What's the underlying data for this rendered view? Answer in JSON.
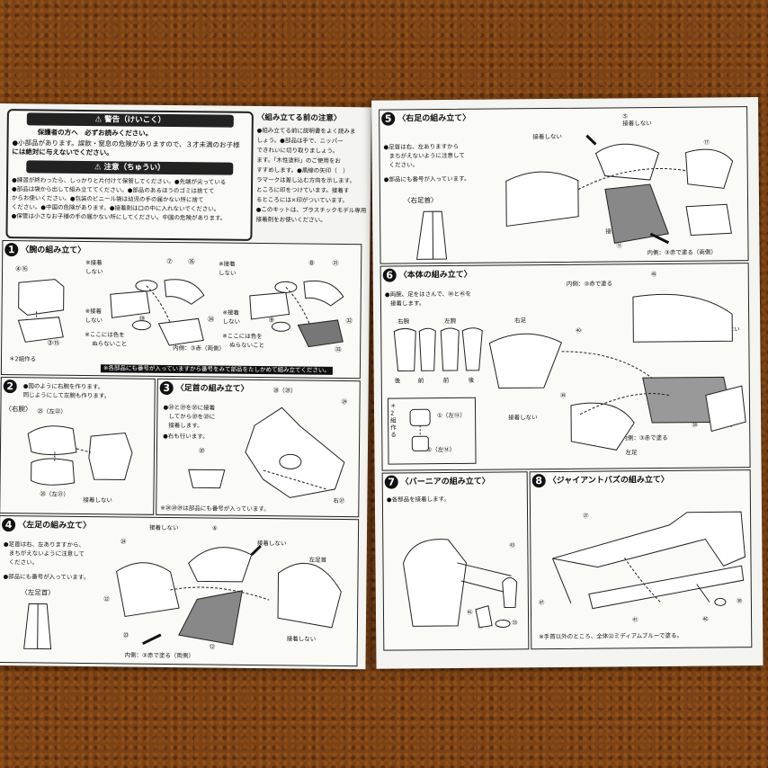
{
  "warning_box": {
    "title": "警告（けいこく）",
    "guardian": "保護者の方へ　必ずお読みください。",
    "line1": "●小部品があります。誤飲・窒息の危険がありますので、３才未満のお子様",
    "line2": "には絶対に与えないでください。",
    "caution_title": "注意（ちゅうい）",
    "caution_lines": [
      "●練習が終わったら、しっかりと片付けて保管してください。●先端が尖っている",
      "●部品は袋から出して組み立ててください。●部品のあるほうのゴミは捨てて",
      "からお使いください。●包装のビニール袋は幼児の手の届かない所に捨て",
      "ください。●中国の危険があります。●接着剤は口の中に入れないでください。",
      "●保管は小さなお子様の手の届かない所にしてください。中国の危険があります。"
    ]
  },
  "notes": {
    "title": "〈組み立てる前の注意〉",
    "lines": [
      "●組み立てる前に説明書をよく読みま",
      "しょう。●部品は手で、ニッパー",
      "できれいに切り取りましょう。",
      "ます。「木性塗料」のご使用をお",
      "すすめします。●黒線の矢印（　）",
      "ラマークは差し込む方向を示します。",
      "ところに印をつけています。接着す",
      "るところには×印がついています。",
      "●このキットは、プラスチックモデル専用",
      "接着剤をお使いください。"
    ]
  },
  "steps": {
    "s1": {
      "num": "1",
      "title": "〈腕の組み立て〉",
      "l_parts": "④⑯",
      "l_bottom": "③⑮",
      "twice": "＊2組作る",
      "no_glue": "※接着\nしない",
      "color_note1": "※ここには色を",
      "color_note2": "ぬらないこと",
      "inner": "内側：③赤（両側）",
      "p7": "⑦",
      "p35": "㉟",
      "p10": "⑩",
      "p34": "㉞",
      "p8": "⑧",
      "p31": "㉛",
      "p9": "⑨",
      "p32": "㉜",
      "p33": "㉝",
      "inner2": "内側"
    },
    "bar_note": "※各部品にも番号が入っていますから番号をみて部品をたしかめて組み立てください。",
    "s2": {
      "num": "2",
      "title": "",
      "line1": "●図のように右腕を作ります。",
      "line2": "同じようにして左腕も作ります。",
      "right_arm": "〈右腕〉",
      "p_top": "㉕（左㉒）",
      "p_bottom": "㉖（左㉑）",
      "no_glue": "接着しない"
    },
    "s3": {
      "num": "3",
      "title": "〈足首の組み立て〉",
      "line1": "●㉘と㉙を㉖に接着",
      "line2": "してから⑳を㉘に",
      "line3": "接着します。",
      "line4": "●右も行います。",
      "parts_top": "㉘（㉙）",
      "p29": "㉙",
      "p20": "⑳",
      "p26": "㉖",
      "right27": "右㉗",
      "note": "※㉖㉘㉙は部品にも番号が入っています。"
    },
    "s4": {
      "num": "4",
      "title": "〈左足の組み立て〉",
      "line1": "●足首は右、左ありますから、",
      "line2": "まちがえないように注意して",
      "line3": "ください。",
      "line4": "●部品にも番号が入っています。",
      "left_foot": "〈左足首〉",
      "no_glue": "接着しない",
      "left_ankle": "左足首",
      "p6": "⑥",
      "p24": "㉔",
      "p22": "㉒",
      "p23": "㉓",
      "p12": "⑫",
      "inner": "内側：③赤で塗る（両側）"
    },
    "s5": {
      "num": "5",
      "title": "〈右足の組み立て〉",
      "line1": "●足首は右、左ありますから",
      "line2": "まちがえないように注意して",
      "line3": "ください。",
      "line4": "●部品にも番号が入っています。",
      "right_foot": "〈右足首〉",
      "no_glue": "接着しない",
      "p5": "⑤",
      "p17": "⑰",
      "p11": "⑪",
      "p18": "⑱",
      "inner": "内側：③赤で塗る（両側）"
    },
    "s6": {
      "num": "6",
      "title": "〈本体の組み立て〉",
      "line1": "●両腕、足をはさんで、㊳と㊺を",
      "line2": "接着します。",
      "right_arm": "右腕",
      "left_arm": "左腕",
      "right_foot": "右足",
      "left_foot": "左足",
      "left_arm2": "左腕",
      "back": "後",
      "front": "前",
      "p45": "㊺",
      "p40": "㊵",
      "p39": "㊴",
      "p38": "㊳",
      "inner_top": "内側：③赤で塗る",
      "inner_bottom": "内側：③赤で塗る",
      "no_glue": "接着しない",
      "twice": "＊2組作る",
      "pair1": "①（左⑬）",
      "pair2": "②（左⑭）"
    },
    "s7": {
      "num": "7",
      "title": "〈バーニアの組み立て〉",
      "line1": "●各部品を接着します。",
      "p43": "㊸",
      "p42": "㊷",
      "p45": "㊺",
      "p33": "㉝"
    },
    "s8": {
      "num": "8",
      "title": "〈ジャイアントバズの組み立て〉",
      "p37": "㊲",
      "p47": "㊼",
      "p41": "㊶",
      "p46": "㊻",
      "p30": "㉚",
      "note": "※手首以外のところ、全体㉒ミディアムブルーで塗る。"
    }
  }
}
